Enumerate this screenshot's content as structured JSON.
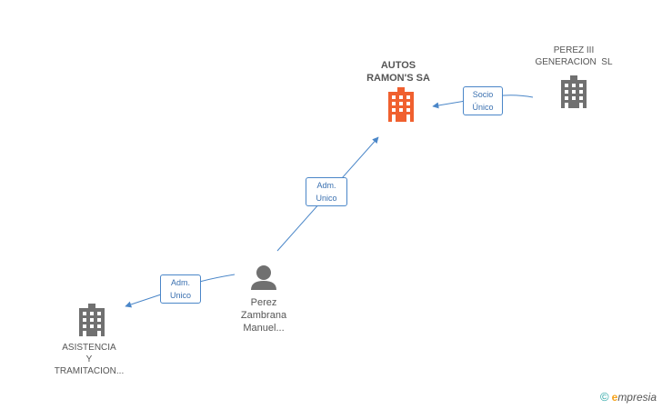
{
  "nodes": {
    "autos_ramons": {
      "line1": "AUTOS",
      "line2": "RAMON'S SA",
      "type": "company",
      "color": "#f0602f"
    },
    "perez_iii": {
      "line1": "PEREZ III",
      "line2": "GENERACION  SL",
      "type": "company",
      "color": "#707070"
    },
    "asistencia": {
      "line1": "ASISTENCIA",
      "line2": "Y",
      "line3": "TRAMITACION...",
      "type": "company",
      "color": "#707070"
    },
    "perez_zambrana": {
      "line1": "Perez",
      "line2": "Zambrana",
      "line3": "Manuel...",
      "type": "person",
      "color": "#707070"
    }
  },
  "edges": {
    "socio_unico": {
      "line1": "Socio",
      "line2": "Único"
    },
    "adm_unico_top": {
      "line1": "Adm.",
      "line2": "Unico"
    },
    "adm_unico_left": {
      "line1": "Adm.",
      "line2": "Unico"
    }
  },
  "colors": {
    "edge": "#4a86c8",
    "accent": "#f0602f"
  },
  "footer": {
    "copyright": "©",
    "brand_initial": "e",
    "brand_rest": "mpresia"
  }
}
